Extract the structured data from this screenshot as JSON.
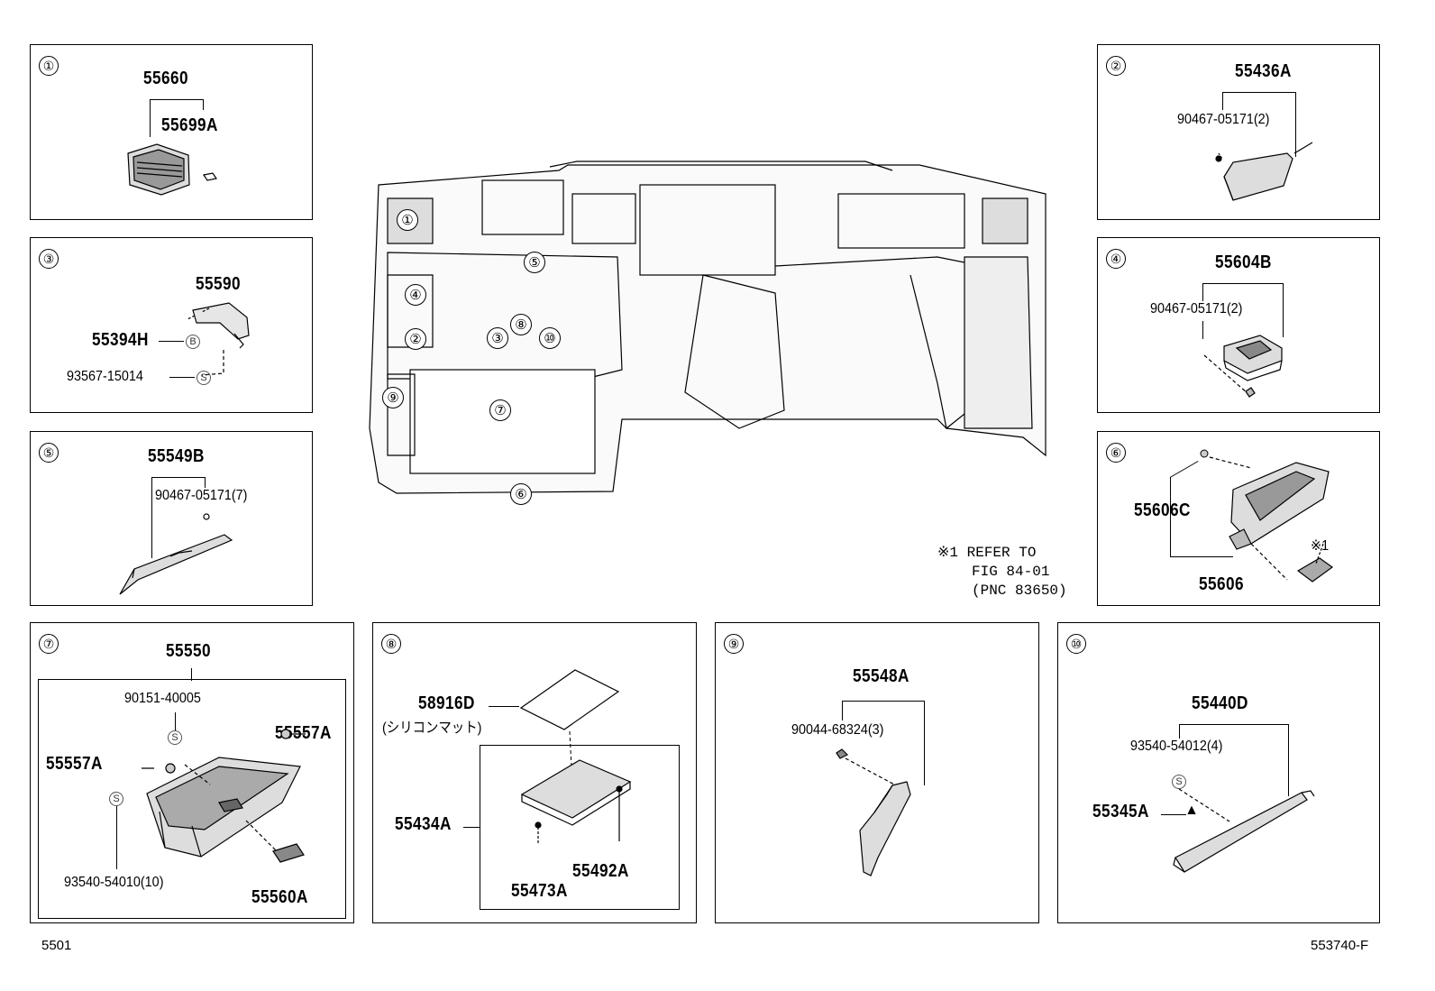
{
  "panels": {
    "p1": {
      "id": "①",
      "parts": [
        "55660",
        "55699A"
      ]
    },
    "p2": {
      "id": "②",
      "parts": [
        "55436A",
        "90467-05171(2)"
      ]
    },
    "p3": {
      "id": "③",
      "parts": [
        "55590",
        "55394H",
        "93567-15014"
      ],
      "symbols": [
        "B",
        "S"
      ]
    },
    "p4": {
      "id": "④",
      "parts": [
        "55604B",
        "90467-05171(2)"
      ]
    },
    "p5": {
      "id": "⑤",
      "parts": [
        "55549B",
        "90467-05171(7)"
      ]
    },
    "p6": {
      "id": "⑥",
      "parts": [
        "55606C",
        "55606"
      ],
      "ref": "※1"
    },
    "p7": {
      "id": "⑦",
      "parts": [
        "55550",
        "90151-40005",
        "55557A",
        "55557A",
        "93540-54010(10)",
        "55560A"
      ],
      "symbols": [
        "S",
        "S"
      ]
    },
    "p8": {
      "id": "⑧",
      "parts": [
        "58916D",
        "(シリコンマット)",
        "55434A",
        "55473A",
        "55492A"
      ]
    },
    "p9": {
      "id": "⑨",
      "parts": [
        "55548A",
        "90044-68324(3)"
      ]
    },
    "p10": {
      "id": "⑩",
      "parts": [
        "55440D",
        "93540-54012(4)",
        "55345A"
      ],
      "symbols": [
        "S"
      ]
    }
  },
  "main": {
    "callouts": [
      "①",
      "⑤",
      "④",
      "⑧",
      "②",
      "③",
      "⑩",
      "⑨",
      "⑦",
      "⑥"
    ]
  },
  "note": {
    "line1": "※1 REFER TO",
    "line2": "FIG 84-01",
    "line3": "(PNC 83650)"
  },
  "footer": {
    "left": "5501",
    "right": "553740-F"
  }
}
